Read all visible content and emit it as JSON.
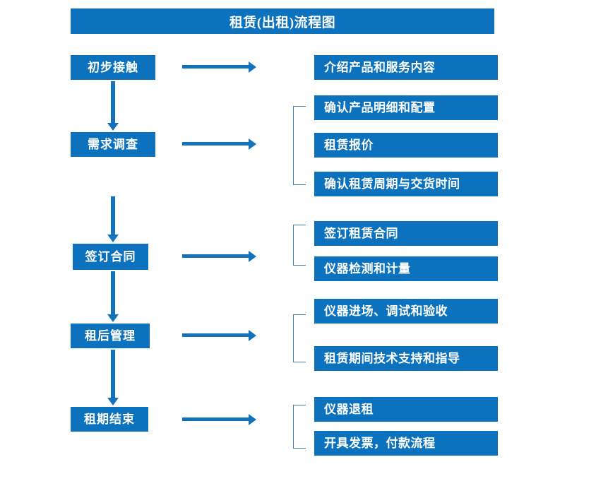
{
  "title": "租赁(出租)流程图",
  "accent_color": "#0c72be",
  "arrow_color": "#1273bb",
  "bracket_color": "#3f7fbf",
  "text_color": "#ffffff",
  "background_color": "#ffffff",
  "stages": [
    {
      "label": "初步接触"
    },
    {
      "label": "需求调查"
    },
    {
      "label": "签订合同"
    },
    {
      "label": "租后管理"
    },
    {
      "label": "租期结束"
    }
  ],
  "details": [
    {
      "label": "介绍产品和服务内容"
    },
    {
      "label": "确认产品明细和配置"
    },
    {
      "label": "租赁报价"
    },
    {
      "label": "确认租赁周期与交货时间"
    },
    {
      "label": "签订租赁合同"
    },
    {
      "label": "仪器检测和计量"
    },
    {
      "label": "仪器进场、调试和验收"
    },
    {
      "label": "租赁期间技术支持和指导"
    },
    {
      "label": "仪器退租"
    },
    {
      "label": "开具发票，付款流程"
    }
  ]
}
